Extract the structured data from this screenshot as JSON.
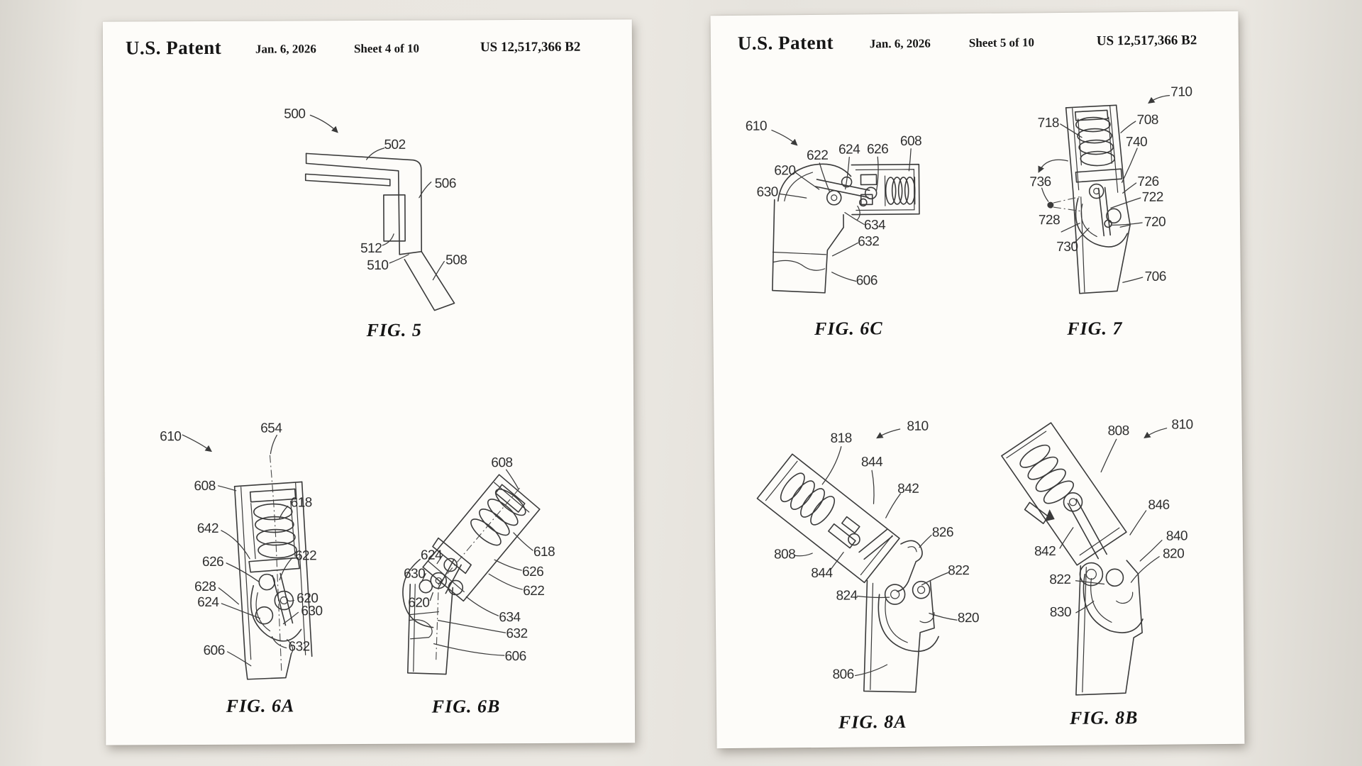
{
  "left_page": {
    "header": {
      "title": "U.S. Patent",
      "date": "Jan. 6, 2026",
      "sheet": "Sheet 4 of 10",
      "patent_number": "US 12,517,366 B2"
    },
    "fig5": {
      "caption": "FIG. 5",
      "labels": {
        "n500": "500",
        "n502": "502",
        "n506": "506",
        "n512": "512",
        "n510": "510",
        "n508": "508"
      }
    },
    "fig6a": {
      "caption": "FIG. 6A",
      "labels": {
        "n610": "610",
        "n654": "654",
        "n608": "608",
        "n618": "618",
        "n642": "642",
        "n626": "626",
        "n622": "622",
        "n628": "628",
        "n624": "624",
        "n620": "620",
        "n630": "630",
        "n632": "632",
        "n606": "606"
      }
    },
    "fig6b": {
      "caption": "FIG. 6B",
      "labels": {
        "n608": "608",
        "n624": "624",
        "n630": "630",
        "n620": "620",
        "n618": "618",
        "n626": "626",
        "n622": "622",
        "n634": "634",
        "n632": "632",
        "n606": "606"
      }
    }
  },
  "right_page": {
    "header": {
      "title": "U.S. Patent",
      "date": "Jan. 6, 2026",
      "sheet": "Sheet 5 of 10",
      "patent_number": "US 12,517,366 B2"
    },
    "fig6c": {
      "caption": "FIG. 6C",
      "labels": {
        "n610": "610",
        "n622": "622",
        "n624": "624",
        "n626": "626",
        "n608": "608",
        "n620": "620",
        "n630": "630",
        "n634": "634",
        "n632": "632",
        "n606": "606"
      }
    },
    "fig7": {
      "caption": "FIG. 7",
      "labels": {
        "n710": "710",
        "n718": "718",
        "n708": "708",
        "n740": "740",
        "n736": "736",
        "n726": "726",
        "n722": "722",
        "n728": "728",
        "n720": "720",
        "n730": "730",
        "n706": "706"
      }
    },
    "fig8a": {
      "caption": "FIG. 8A",
      "labels": {
        "n818": "818",
        "n810": "810",
        "n844a": "844",
        "n842": "842",
        "n826": "826",
        "n808": "808",
        "n844b": "844",
        "n824": "824",
        "n822": "822",
        "n820": "820",
        "n806": "806"
      }
    },
    "fig8b": {
      "caption": "FIG. 8B",
      "labels": {
        "n808": "808",
        "n810": "810",
        "n846": "846",
        "n840": "840",
        "n820": "820",
        "n842": "842",
        "n822": "822",
        "n830": "830"
      }
    }
  }
}
